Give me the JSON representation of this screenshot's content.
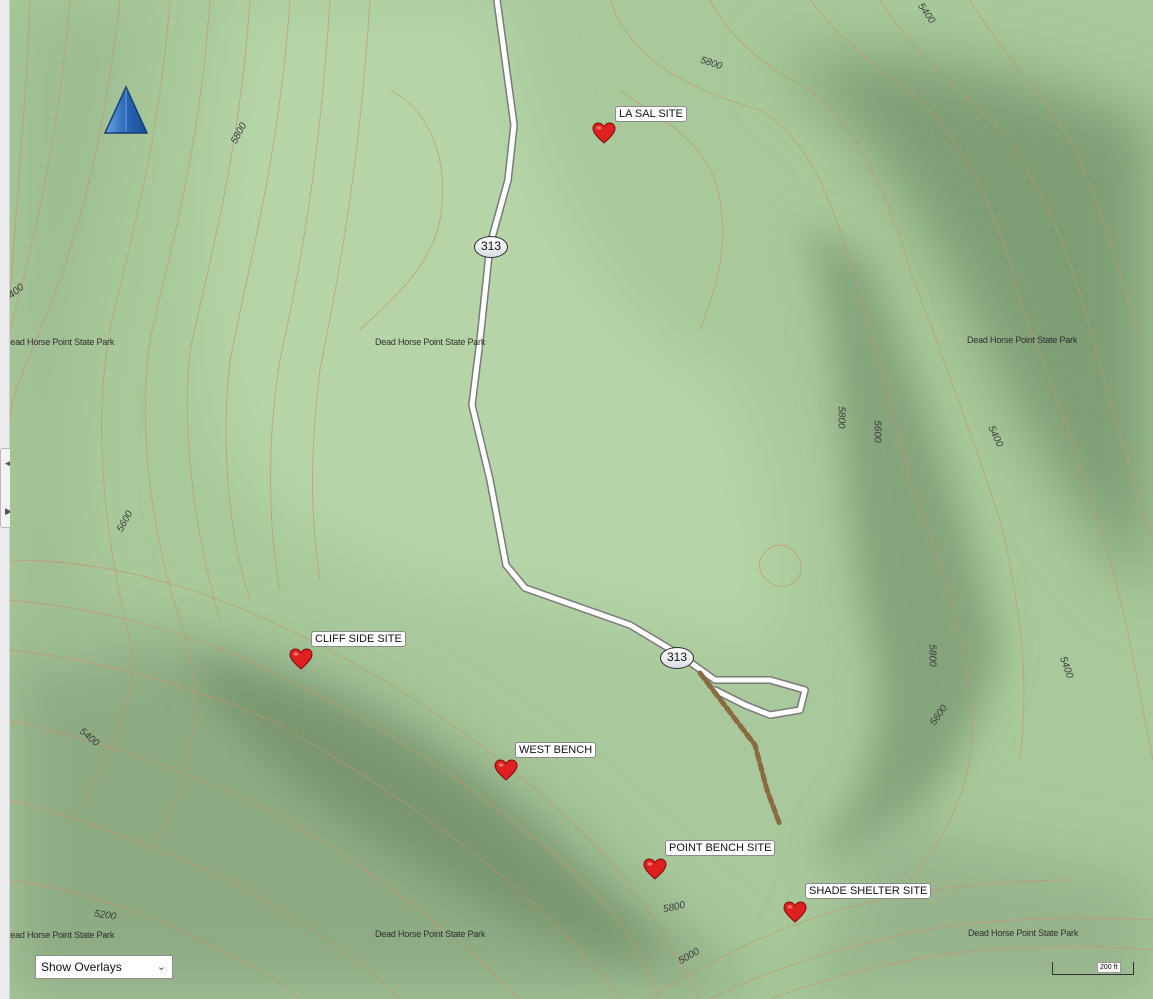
{
  "map": {
    "park_name": "Dead Horse Point State Park",
    "route_shield": "313",
    "pois": [
      {
        "label": "LA SAL SITE",
        "icon": "heart-icon"
      },
      {
        "label": "CLIFF SIDE SITE",
        "icon": "heart-icon"
      },
      {
        "label": "WEST BENCH",
        "icon": "heart-icon"
      },
      {
        "label": "POINT BENCH SITE",
        "icon": "heart-icon"
      },
      {
        "label": "SHADE SHELTER SITE",
        "icon": "heart-icon"
      }
    ],
    "contours": {
      "c5800": "5800",
      "c5600": "5600",
      "c5400": "5400",
      "c5200": "5200",
      "c400": "400",
      "c5000": "5000"
    },
    "north_arrow": "north-arrow-icon",
    "poi_color": "#e0201f",
    "road_color": "#ffffff",
    "trail_color": "#8a6a3f"
  },
  "controls": {
    "overlay_select": "Show Overlays",
    "scale": "200 ft"
  }
}
